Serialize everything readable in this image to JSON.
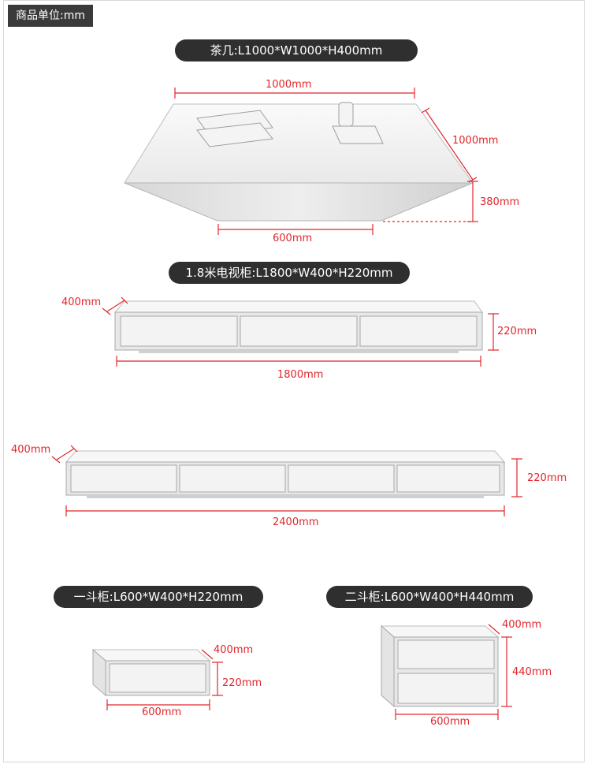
{
  "header": {
    "unit_label": "商品单位:mm"
  },
  "coffee_table": {
    "title": "茶几:L1000*W1000*H400mm",
    "dim_length": "1000mm",
    "dim_width": "1000mm",
    "dim_height": "380mm",
    "dim_base": "600mm"
  },
  "tv_cabinet_18": {
    "title": "1.8米电视柜:L1800*W400*H220mm",
    "dim_depth": "400mm",
    "dim_height": "220mm",
    "dim_length": "1800mm"
  },
  "tv_cabinet_24": {
    "dim_depth": "400mm",
    "dim_height": "220mm",
    "dim_length": "2400mm"
  },
  "one_drawer": {
    "title": "一斗柜:L600*W400*H220mm",
    "dim_depth": "400mm",
    "dim_height": "220mm",
    "dim_length": "600mm"
  },
  "two_drawer": {
    "title": "二斗柜:L600*W400*H440mm",
    "dim_depth": "400mm",
    "dim_height": "440mm",
    "dim_length": "600mm"
  },
  "colors": {
    "dimension_red": "#e2252b",
    "pill_dark": "#2f2f2f"
  }
}
